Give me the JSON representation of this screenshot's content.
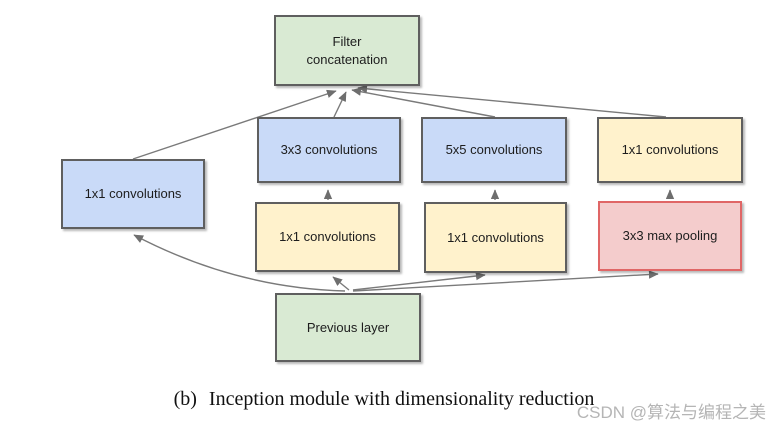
{
  "figure": {
    "caption": {
      "index": "(b)",
      "text": "Inception module with dimensionality reduction"
    },
    "watermark": "CSDN @算法与编程之美"
  },
  "nodes": {
    "filter_concat": {
      "label": "Filter concatenation",
      "fill": "#d9ead3"
    },
    "conv1x1_left": {
      "label": "1x1 convolutions",
      "fill": "#c9daf8"
    },
    "conv3x3": {
      "label": "3x3 convolutions",
      "fill": "#c9daf8"
    },
    "conv5x5": {
      "label": "5x5 convolutions",
      "fill": "#c9daf8"
    },
    "conv1x1_right": {
      "label": "1x1 convolutions",
      "fill": "#fff2cc"
    },
    "conv1x1_mid1": {
      "label": "1x1 convolutions",
      "fill": "#fff2cc"
    },
    "conv1x1_mid2": {
      "label": "1x1 convolutions",
      "fill": "#fff2cc"
    },
    "max_pooling": {
      "label": "3x3 max pooling",
      "fill": "#f4cccc"
    },
    "previous_layer": {
      "label": "Previous layer",
      "fill": "#d9ead3"
    }
  },
  "palette": {
    "box_green": "#d9ead3",
    "box_blue": "#c9daf8",
    "box_yellow": "#fff2cc",
    "box_red": "#f4cccc",
    "border_gray": "#5f5f5f",
    "border_red": "#e06666",
    "arrow_gray": "#7a7a7a",
    "watermark_gray": "#b5b5b5"
  }
}
